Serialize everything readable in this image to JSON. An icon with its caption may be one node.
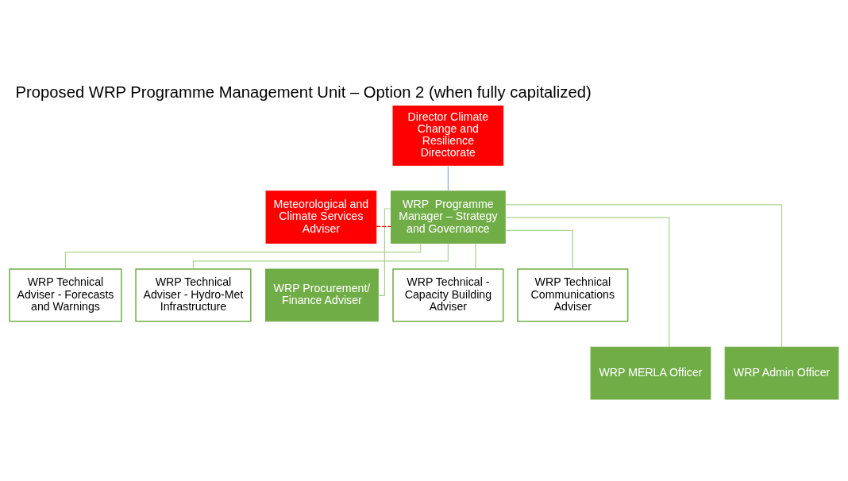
{
  "diagram": {
    "title": "Proposed WRP Programme Management Unit – Option 2 (when fully capitalized)",
    "nodes": [
      {
        "text": [
          "Director Climate Change and Resilience Directorate"
        ]
      },
      {
        "text": [
          "WRP  Programme Manager – Strategy and Governance"
        ]
      },
      {
        "text": [
          "Meteorological and Climate Services Adviser"
        ]
      },
      {
        "text": [
          "WRP Technical Adviser - Forecasts and Warnings"
        ]
      },
      {
        "text": [
          "WRP Technical Adviser - Hydro-Met Infrastructure"
        ]
      },
      {
        "text": [
          "WRP Procurement/ Finance Adviser"
        ]
      },
      {
        "text": [
          "WRP Technical - Capacity Building Adviser"
        ]
      },
      {
        "text": [
          "WRP Technical Communications Adviser"
        ]
      },
      {
        "text": [
          "WRP MERLA Officer"
        ]
      },
      {
        "text": [
          "WRP Admin Officer"
        ]
      }
    ],
    "edges": [
      {
        "from": 0,
        "to": 1,
        "arrow": "none",
        "color": "#8faadc"
      },
      {
        "from": 2,
        "to": 1,
        "arrow": "none",
        "style": "dashed",
        "color": "#ff0000"
      },
      {
        "from": 1,
        "to": 3,
        "arrow": "none"
      },
      {
        "from": 1,
        "to": 4,
        "arrow": "none"
      },
      {
        "from": 1,
        "to": 8,
        "arrow": "none"
      },
      {
        "from": 1,
        "to": 5,
        "arrow": "none"
      },
      {
        "from": 1,
        "to": 9,
        "arrow": "none"
      },
      {
        "from": 1,
        "to": 6,
        "arrow": "none"
      },
      {
        "from": 1,
        "to": 7,
        "arrow": "none"
      }
    ]
  }
}
